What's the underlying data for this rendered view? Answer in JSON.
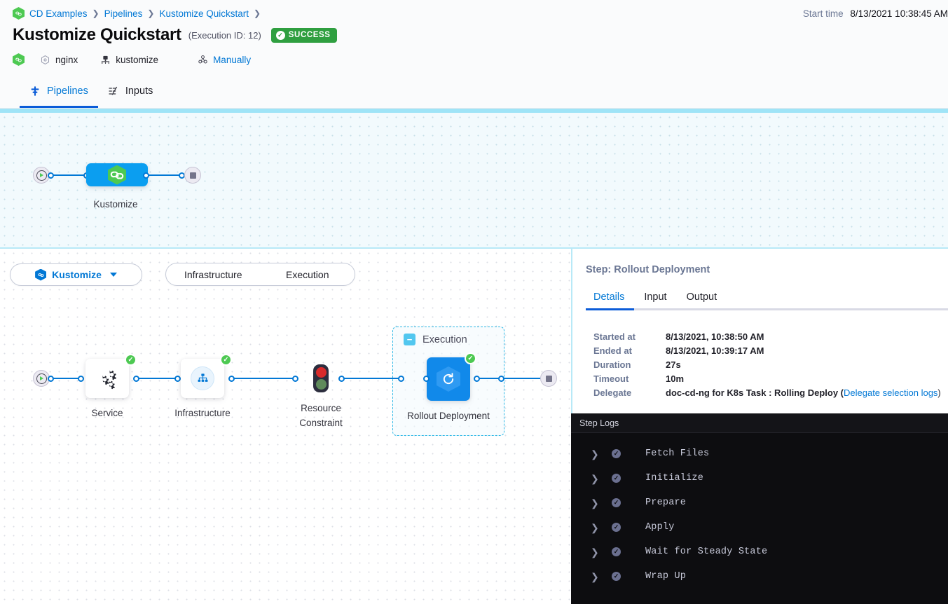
{
  "header": {
    "breadcrumb": [
      {
        "label": "CD Examples",
        "icon": "harness-hex-icon"
      },
      {
        "label": "Pipelines",
        "icon": ""
      },
      {
        "label": "Kustomize Quickstart",
        "icon": ""
      }
    ],
    "title": "Kustomize Quickstart",
    "execution_id": "(Execution ID: 12)",
    "status": "SUCCESS",
    "status_color": "#2f9f40",
    "meta": [
      {
        "label": "nginx",
        "icon": "service-hex-icon"
      },
      {
        "label": "kustomize",
        "icon": "infrastructure-icon"
      },
      {
        "label": "Manually",
        "icon": "trigger-icon",
        "link": true
      }
    ],
    "start_time_label": "Start time",
    "start_time_value": "8/13/2021 10:38:45 AM",
    "tabs": [
      {
        "label": "Pipelines",
        "icon": "pipeline-icon",
        "active": true
      },
      {
        "label": "Inputs",
        "icon": "inputs-icon",
        "active": false
      }
    ]
  },
  "pipeline_canvas": {
    "nodes": [
      {
        "name": "Kustomize",
        "status": "success",
        "type": "stage"
      }
    ]
  },
  "stage_controls": {
    "stage_selector": "Kustomize",
    "segments": [
      "Infrastructure",
      "Execution"
    ]
  },
  "stage_canvas": {
    "nodes": [
      {
        "name": "Service",
        "status": "success",
        "icon": "service-gears-icon"
      },
      {
        "name": "Infrastructure",
        "status": "success",
        "icon": "infrastructure-tree-icon"
      },
      {
        "name": "Resource Constraint",
        "status": "",
        "icon": "traffic-light-icon"
      },
      {
        "name": "Rollout Deployment",
        "status": "success",
        "icon": "rollout-icon"
      }
    ],
    "group_label": "Execution"
  },
  "details_panel": {
    "step_title": "Step: Rollout Deployment",
    "tabs": [
      {
        "label": "Details",
        "active": true
      },
      {
        "label": "Input",
        "active": false
      },
      {
        "label": "Output",
        "active": false
      }
    ],
    "rows": [
      {
        "key": "Started at",
        "value": "8/13/2021, 10:38:50 AM"
      },
      {
        "key": "Ended at",
        "value": "8/13/2021, 10:39:17 AM"
      },
      {
        "key": "Duration",
        "value": "27s"
      },
      {
        "key": "Timeout",
        "value": "10m"
      }
    ],
    "delegate": {
      "key": "Delegate",
      "value": "doc-cd-ng for K8s Task : Rolling Deploy (",
      "link": "Delegate selection logs",
      "value_end": ")"
    }
  },
  "step_logs": {
    "title": "Step Logs",
    "rows": [
      {
        "label": "Fetch Files",
        "status": "success"
      },
      {
        "label": "Initialize",
        "status": "success"
      },
      {
        "label": "Prepare",
        "status": "success"
      },
      {
        "label": "Apply",
        "status": "success"
      },
      {
        "label": "Wait for Steady State",
        "status": "success"
      },
      {
        "label": "Wrap Up",
        "status": "success"
      }
    ]
  }
}
